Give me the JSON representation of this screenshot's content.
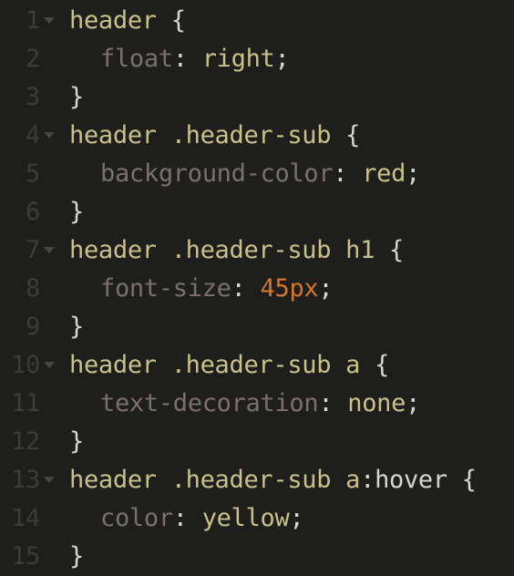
{
  "lines": [
    {
      "num": "1",
      "sel": "header",
      "brace": " {"
    },
    {
      "num": "2",
      "prop": "float",
      "colon": ": ",
      "val": "right",
      "semi": ";"
    },
    {
      "num": "3",
      "close": "}"
    },
    {
      "num": "4",
      "sel": "header .header-sub",
      "brace": " {"
    },
    {
      "num": "5",
      "prop": "background-color",
      "colon": ": ",
      "val": "red",
      "semi": ";"
    },
    {
      "num": "6",
      "close": "}"
    },
    {
      "num": "7",
      "sel": "header .header-sub h1",
      "brace": " {"
    },
    {
      "num": "8",
      "prop": "font-size",
      "colon": ": ",
      "val": "45px",
      "semi": ";"
    },
    {
      "num": "9",
      "close": "}"
    },
    {
      "num": "10",
      "sel": "header .header-sub a",
      "brace": " {"
    },
    {
      "num": "11",
      "prop": "text-decoration",
      "colon": ": ",
      "val": "none",
      "semi": ";"
    },
    {
      "num": "12",
      "close": "}"
    },
    {
      "num": "13",
      "sel": "header .header-sub a",
      "pseudo": ":hover",
      "brace": " {"
    },
    {
      "num": "14",
      "prop": "color",
      "colon": ": ",
      "val": "yellow",
      "semi": ";"
    },
    {
      "num": "15",
      "close": "}"
    }
  ],
  "colors": {
    "background": "#1e1f1c",
    "line_number": "#3b3c37",
    "selector": "#c9c08a",
    "property": "#7b6f72",
    "value": "#c9c08a",
    "number": "#d3752c",
    "punctuation": "#d7d7cf"
  }
}
